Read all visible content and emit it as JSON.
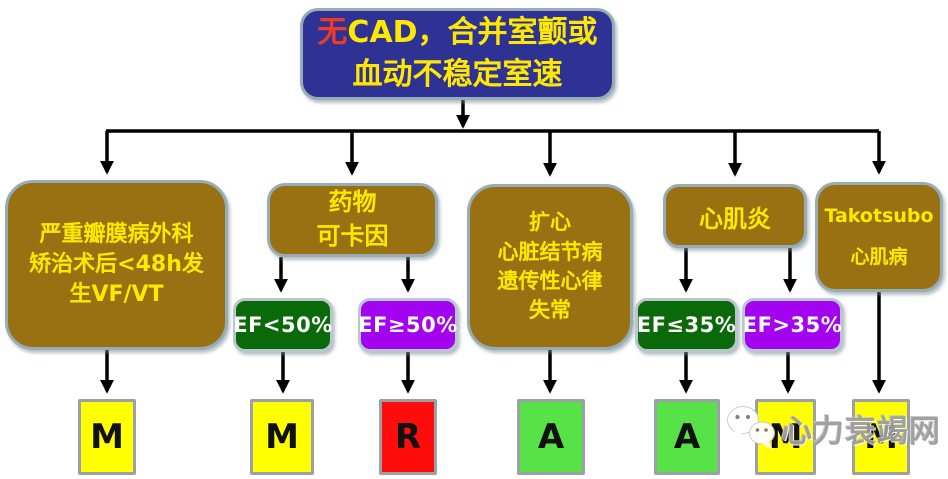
{
  "diagram": {
    "root": {
      "line1_highlight": "无",
      "line1_rest": "CAD，合并室颤或",
      "line2": "血动不稳定室速"
    },
    "branches": [
      {
        "label": "严重瓣膜病外科\n矫治术后<48h发\n生VF/VT"
      },
      {
        "label": "药物\n可卡因"
      },
      {
        "label": "扩心\n心脏结节病\n遗传性心律\n失常"
      },
      {
        "label": "心肌炎"
      },
      {
        "label": "Takotsubo\n心肌病"
      }
    ],
    "ef_boxes": [
      {
        "label": "EF<50%",
        "color": "green"
      },
      {
        "label": "EF≥50%",
        "color": "purple"
      },
      {
        "label": "EF≤35%",
        "color": "green"
      },
      {
        "label": "EF>35%",
        "color": "purple"
      }
    ],
    "outcomes": [
      {
        "label": "M",
        "color": "yellow"
      },
      {
        "label": "M",
        "color": "yellow"
      },
      {
        "label": "R",
        "color": "red"
      },
      {
        "label": "A",
        "color": "green"
      },
      {
        "label": "A",
        "color": "green"
      },
      {
        "label": "M",
        "color": "yellow"
      },
      {
        "label": "M",
        "color": "yellow"
      }
    ],
    "watermark": {
      "icon": "wechat-icon",
      "text": "心力衰竭网"
    }
  },
  "colors": {
    "root-box-bg": "#2F3295",
    "branch-bg": "#9A7112",
    "node-border": "#96ACB6",
    "label-yellow": "#FFE800",
    "highlight-red": "#EE3B28",
    "ef-green": "#0A6A0A",
    "ef-purple": "#A303F0",
    "ef-border": "#B9C6CD",
    "outcome-yellow": "#FFFF00",
    "outcome-red": "#FF0D0D",
    "outcome-green": "#57E247",
    "outcome-border": "#9AA0A6",
    "arrow-black": "#000000",
    "watermark-gray": "#9C9C9C"
  }
}
